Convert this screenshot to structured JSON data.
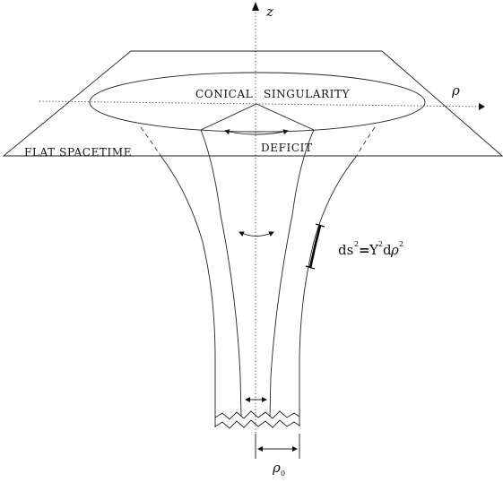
{
  "labels": {
    "z_axis": "z",
    "rho_axis": "ρ",
    "conical": "CONICAL",
    "singularity": "SINGULARITY",
    "flat_spacetime": "FLAT SPACETIME",
    "deficit": "DEFICIT",
    "metric_ds": "ds",
    "metric_exp1": "2",
    "metric_eq": "=",
    "metric_Y": "Y",
    "metric_exp2": "2",
    "metric_d": "d",
    "metric_rho": "ρ",
    "metric_exp3": "2",
    "rho0_main": "ρ",
    "rho0_sub": "0"
  },
  "colors": {
    "line": "#222222",
    "text": "#111111",
    "background": "#ffffff"
  }
}
